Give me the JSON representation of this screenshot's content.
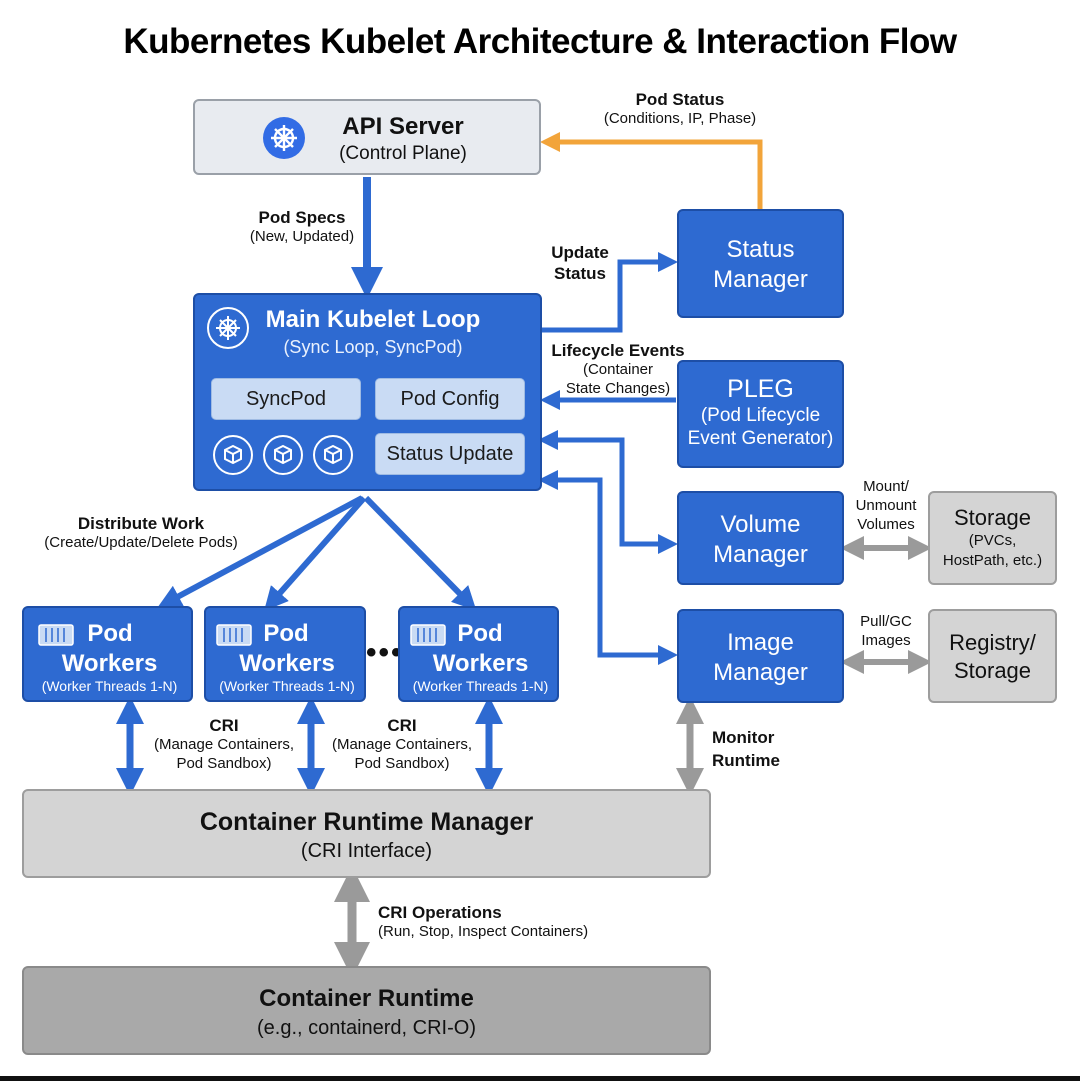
{
  "title": "Kubernetes Kubelet Architecture & Interaction Flow",
  "colors": {
    "primary": "#2e6ad1",
    "status_arrow": "#f2a43a",
    "neutral_arrow": "#9a9a9a"
  },
  "nodes": {
    "api_server": {
      "title": "API Server",
      "subtitle": "(Control Plane)",
      "icon": "kubernetes-wheel-icon"
    },
    "main_loop": {
      "title": "Main Kubelet Loop",
      "subtitle": "(Sync Loop, SyncPod)",
      "icon": "kubernetes-wheel-icon",
      "inner": [
        "SyncPod",
        "Pod Config",
        "Status Update"
      ],
      "cube_icons": [
        "cube-icon",
        "cube-icon",
        "cube-icon"
      ]
    },
    "status_manager": {
      "line1": "Status",
      "line2": "Manager"
    },
    "pleg": {
      "line1": "PLEG",
      "line2": "(Pod Lifecycle",
      "line3": "Event Generator)"
    },
    "volume_manager": {
      "line1": "Volume",
      "line2": "Manager"
    },
    "image_manager": {
      "line1": "Image",
      "line2": "Manager"
    },
    "storage": {
      "title": "Storage",
      "line2": "(PVCs,",
      "line3": "HostPath, etc.)"
    },
    "registry": {
      "line1": "Registry/",
      "line2": "Storage"
    },
    "pod_workers": [
      {
        "line1": "Pod",
        "line2": "Workers",
        "sub": "(Worker Threads 1-N)",
        "icon": "container-icon"
      },
      {
        "line1": "Pod",
        "line2": "Workers",
        "sub": "(Worker Threads 1-N)",
        "icon": "container-icon"
      },
      {
        "line1": "Pod",
        "line2": "Workers",
        "sub": "(Worker Threads 1-N)",
        "icon": "container-icon"
      }
    ],
    "ellipsis": "•••",
    "runtime_manager": {
      "title": "Container Runtime Manager",
      "subtitle": "(CRI Interface)"
    },
    "runtime": {
      "title": "Container Runtime",
      "subtitle": "(e.g., containerd, CRI-O)"
    }
  },
  "edge_labels": {
    "pod_status": {
      "title": "Pod Status",
      "sub": "(Conditions, IP, Phase)"
    },
    "pod_specs": {
      "title": "Pod Specs",
      "sub": "(New, Updated)"
    },
    "update_status": {
      "line1": "Update",
      "line2": "Status"
    },
    "lifecycle": {
      "title": "Lifecycle Events",
      "sub1": "(Container",
      "sub2": "State Changes)"
    },
    "distribute": {
      "title": "Distribute Work",
      "sub": "(Create/Update/Delete Pods)"
    },
    "mount": {
      "line1": "Mount/",
      "line2": "Unmount",
      "line3": "Volumes"
    },
    "pull": {
      "line1": "Pull/GC",
      "line2": "Images"
    },
    "cri1": {
      "title": "CRI",
      "sub1": "(Manage Containers,",
      "sub2": "Pod Sandbox)"
    },
    "cri2": {
      "title": "CRI",
      "sub1": "(Manage Containers,",
      "sub2": "Pod Sandbox)"
    },
    "monitor": {
      "line1": "Monitor",
      "line2": "Runtime"
    },
    "cri_ops": {
      "title": "CRI Operations",
      "sub": "(Run, Stop, Inspect Containers)"
    }
  }
}
